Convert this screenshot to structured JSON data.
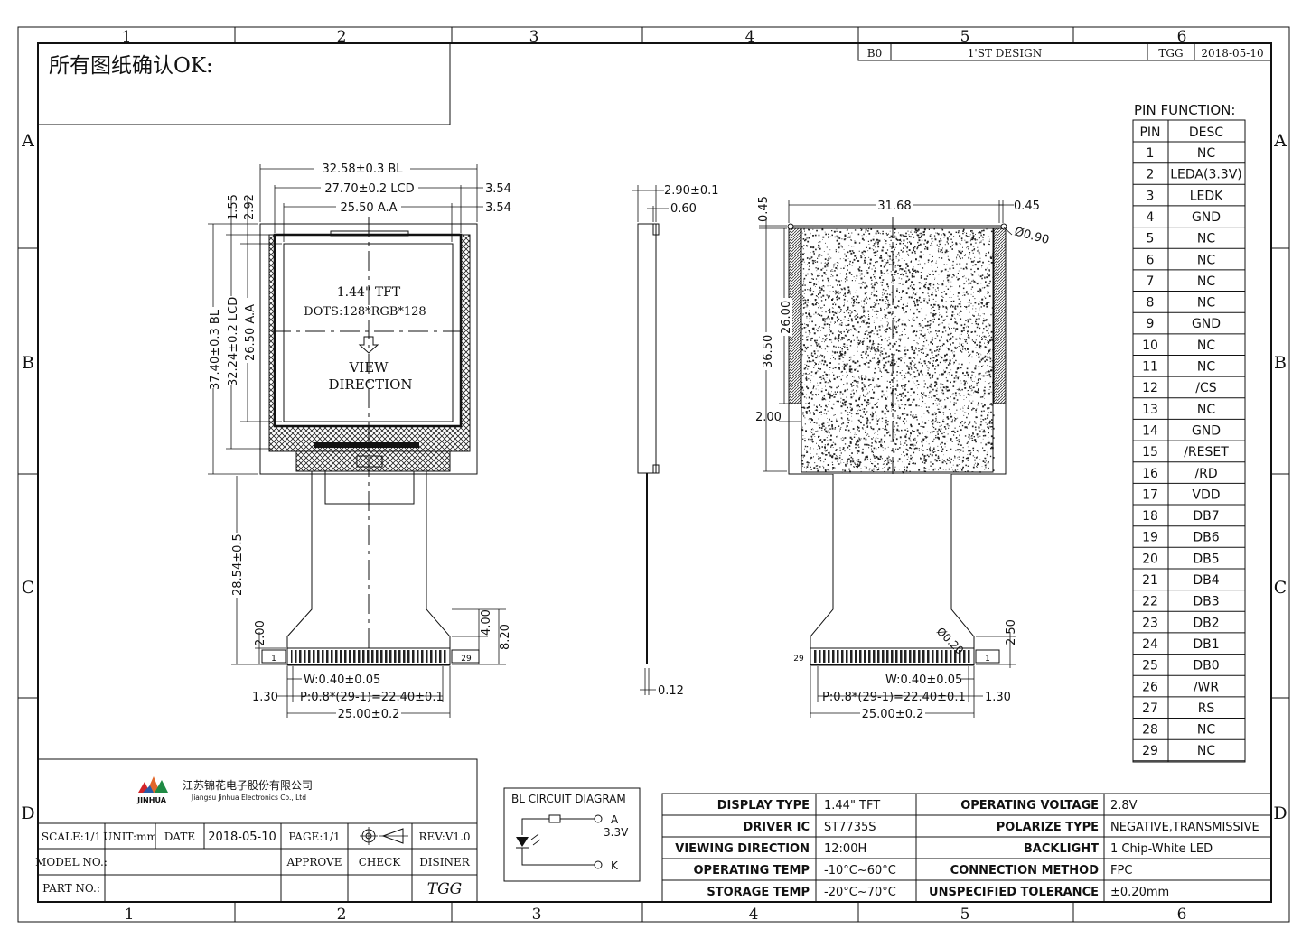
{
  "sheet": {
    "col_labels": [
      "1",
      "2",
      "3",
      "4",
      "5",
      "6"
    ],
    "row_labels": [
      "A",
      "B",
      "C",
      "D"
    ],
    "approval_note": "所有图纸确认OK:",
    "revision": {
      "rev": "B0",
      "desc": "1'ST DESIGN",
      "by": "TGG",
      "date": "2018-05-10"
    }
  },
  "front_view": {
    "panel_line1": "1.44\"  TFT",
    "panel_line2": "DOTS:128*RGB*128",
    "view_line1": "VIEW",
    "view_line2": "DIRECTION",
    "dims": {
      "bl_width": "32.58±0.3 BL",
      "lcd_width": "27.70±0.2 LCD",
      "aa_width": "25.50 A.A",
      "right_1": "3.54",
      "right_2": "3.54",
      "top_1": "1.55",
      "top_2": "2.92",
      "bl_height": "37.40±0.3 BL",
      "lcd_height": "32.24±0.2 LCD",
      "aa_height": "26.50 A.A",
      "fpc_length": "28.54±0.5",
      "fpc_2": "2.00",
      "fpc_4": "4.00",
      "fpc_8": "8.20",
      "pin_width": "W:0.40±0.05",
      "pitch": "P:0.8*(29-1)=22.40±0.1",
      "edge": "1.30",
      "fpc_width": "25.00±0.2",
      "pin_first": "1",
      "pin_last": "29"
    }
  },
  "side_view": {
    "dims": {
      "thickness": "2.90±0.1",
      "glass": "0.60",
      "fpc": "0.12"
    }
  },
  "back_view": {
    "dims": {
      "width": "31.68",
      "right_top": "0.45",
      "left_top": "0.45",
      "corner": "Ø0.90",
      "h_26": "26.00",
      "h_36": "36.50",
      "h_2": "2.00",
      "fpc_250": "2.50",
      "fpc_radius": "Ø0.20",
      "pin_width": "W:0.40±0.05",
      "pitch": "P:0.8*(29-1)=22.40±0.1",
      "edge": "1.30",
      "fpc_width": "25.00±0.2",
      "pin_first": "29",
      "pin_last": "1"
    }
  },
  "pin_table": {
    "title": "PIN FUNCTION:",
    "headers": [
      "PIN",
      "DESC"
    ],
    "rows": [
      [
        "1",
        "NC"
      ],
      [
        "2",
        "LEDA(3.3V)"
      ],
      [
        "3",
        "LEDK"
      ],
      [
        "4",
        "GND"
      ],
      [
        "5",
        "NC"
      ],
      [
        "6",
        "NC"
      ],
      [
        "7",
        "NC"
      ],
      [
        "8",
        "NC"
      ],
      [
        "9",
        "GND"
      ],
      [
        "10",
        "NC"
      ],
      [
        "11",
        "NC"
      ],
      [
        "12",
        "/CS"
      ],
      [
        "13",
        "NC"
      ],
      [
        "14",
        "GND"
      ],
      [
        "15",
        "/RESET"
      ],
      [
        "16",
        "/RD"
      ],
      [
        "17",
        "VDD"
      ],
      [
        "18",
        "DB7"
      ],
      [
        "19",
        "DB6"
      ],
      [
        "20",
        "DB5"
      ],
      [
        "21",
        "DB4"
      ],
      [
        "22",
        "DB3"
      ],
      [
        "23",
        "DB2"
      ],
      [
        "24",
        "DB1"
      ],
      [
        "25",
        "DB0"
      ],
      [
        "26",
        "/WR"
      ],
      [
        "27",
        "RS"
      ],
      [
        "28",
        "NC"
      ],
      [
        "29",
        "NC"
      ]
    ]
  },
  "title_block": {
    "logo_text": "JINHUA",
    "company_cn": "江苏锦花电子股份有限公司",
    "company_en": "Jiangsu Jinhua Electronics Co., Ltd",
    "scale": "SCALE:1/1",
    "unit": "UNIT:mm",
    "date_label": "DATE",
    "date_value": "2018-05-10",
    "page": "PAGE:1/1",
    "rev": "REV:V1.0",
    "model_no": "MODEL NO.:",
    "approve": "APPROVE",
    "check": "CHECK",
    "designer": "DISINER",
    "part_no": "PART NO.:",
    "signature": "TGG"
  },
  "circuit": {
    "title": "BL CIRCUIT DIAGRAM",
    "anode": "A",
    "voltage": "3.3V",
    "cathode": "K"
  },
  "spec_table": {
    "rows": [
      [
        "DISPLAY TYPE",
        "1.44\"  TFT",
        "OPERATING VOLTAGE",
        "2.8V"
      ],
      [
        "DRIVER IC",
        "ST7735S",
        "POLARIZE TYPE",
        "NEGATIVE,TRANSMISSIVE"
      ],
      [
        "VIEWING DIRECTION",
        "12:00H",
        "BACKLIGHT",
        "1  Chip-White  LED"
      ],
      [
        "OPERATING TEMP",
        "-10°C~60°C",
        "CONNECTION METHOD",
        "FPC"
      ],
      [
        "STORAGE TEMP",
        "-20°C~70°C",
        "UNSPECIFIED TOLERANCE",
        "±0.20mm"
      ]
    ]
  }
}
